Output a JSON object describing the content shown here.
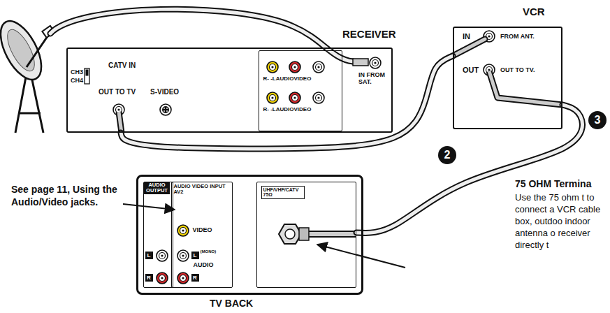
{
  "diagram": {
    "nodes": [
      {
        "text": [
          "RECEIVER",
          "CH3",
          "CH4",
          "CATV IN",
          "OUT TO TV",
          "S-VIDEO",
          "IN FROM SAT."
        ]
      },
      {
        "text": [
          "R- -LAUDIOVIDEO",
          "R- -LAUDIOVIDEO"
        ],
        "in": 0
      },
      {
        "text": [
          "VCR",
          "IN",
          "FROM ANT.",
          "OUT",
          "OUT TO TV."
        ]
      },
      {
        "text": [
          "TV BACK"
        ]
      },
      {
        "text": [
          "AUDIO OUTPUT",
          "L",
          "R"
        ],
        "in": 3
      },
      {
        "text": [
          "AUDIO VIDEO INPUT AV2",
          "VIDEO",
          "L",
          "(MONO)",
          "AUDIO",
          "R"
        ],
        "in": 3
      },
      {
        "text": [
          "UHF/VHF/CATV 75Ω"
        ],
        "in": 3
      }
    ],
    "edges": [
      {
        "from": 0,
        "to": 2,
        "arrow": "none"
      },
      {
        "from": 2,
        "to": 6,
        "arrow": "none"
      }
    ],
    "labels": [
      "2",
      "3",
      "See page 11, Using the Audio/Video jacks.",
      "75 OHM Termina",
      "Use the 75 ohm t to connect a VCR cable box, outdoo indoor antenna o receiver directly t"
    ]
  }
}
